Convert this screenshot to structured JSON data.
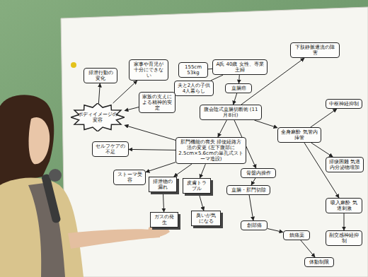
{
  "diagram": {
    "nodes": [
      {
        "text": [
          "A氏 40歳 女性、専業主婦"
        ]
      },
      {
        "text": [
          "155cm 53kg"
        ]
      },
      {
        "text": [
          "夫と2人の子供 4人暮らし"
        ]
      },
      {
        "text": [
          "直腸癌"
        ]
      },
      {
        "text": [
          "腹会陰式直腸切断術 (11月8日)"
        ]
      },
      {
        "text": [
          "下肢静脈還流の障害"
        ]
      },
      {
        "text": [
          "全身麻酔 気管内挿管"
        ]
      },
      {
        "text": [
          "肛門機能の喪失 排便経路方法の変更 (左下腹部に2.5cm×5.6cmの単孔式ストーマ造設)"
        ]
      },
      {
        "text": [
          "骨盤内操作"
        ]
      },
      {
        "text": [
          "直腸・肛門切除"
        ]
      },
      {
        "text": [
          "家事や育児が十分にできない"
        ]
      },
      {
        "text": [
          "排泄行動の変化"
        ]
      },
      {
        "text": [
          "ボディイメージの変容"
        ]
      },
      {
        "text": [
          "家族の支えによる精神的安定"
        ]
      },
      {
        "text": [
          "セルフケアの不足"
        ]
      },
      {
        "text": [
          "ストーマ受容"
        ]
      },
      {
        "text": [
          "排泄物の漏れ"
        ]
      },
      {
        "text": [
          "皮膚トラブル"
        ]
      },
      {
        "text": [
          "臭いが気になる"
        ]
      },
      {
        "text": [
          "ガスの発生"
        ]
      },
      {
        "text": [
          "中枢神経抑制"
        ]
      },
      {
        "text": [
          "排痰困難 気道内分泌物増加"
        ]
      },
      {
        "text": [
          "吸入麻酔 気道刺激"
        ]
      },
      {
        "text": [
          "副交感神経抑制"
        ]
      },
      {
        "text": [
          "鎮痛薬"
        ]
      },
      {
        "text": [
          "体動制限"
        ]
      },
      {
        "text": [
          "創部痛"
        ]
      }
    ],
    "edges": [
      {
        "from": 0,
        "to": 1,
        "arrow": "none"
      },
      {
        "from": 0,
        "to": 2,
        "arrow": "none"
      },
      {
        "from": 0,
        "to": 3,
        "arrow": "to"
      },
      {
        "from": 3,
        "to": 4,
        "arrow": "to"
      },
      {
        "from": 4,
        "to": 5,
        "arrow": "to"
      },
      {
        "from": 4,
        "to": 6,
        "arrow": "to"
      },
      {
        "from": 4,
        "to": 7,
        "arrow": "to"
      },
      {
        "from": 4,
        "to": 8,
        "arrow": "to"
      },
      {
        "from": 8,
        "to": 9,
        "arrow": "to"
      },
      {
        "from": 6,
        "to": 20,
        "arrow": "to"
      },
      {
        "from": 6,
        "to": 21,
        "arrow": "to"
      },
      {
        "from": 6,
        "to": 22,
        "arrow": "to"
      },
      {
        "from": 22,
        "to": 23,
        "arrow": "to"
      },
      {
        "from": 7,
        "to": 12,
        "arrow": "to"
      },
      {
        "from": 7,
        "to": 14,
        "arrow": "to"
      },
      {
        "from": 7,
        "to": 15,
        "arrow": "to"
      },
      {
        "from": 7,
        "to": 16,
        "arrow": "to"
      },
      {
        "from": 7,
        "to": 17,
        "arrow": "to"
      },
      {
        "from": 16,
        "to": 19,
        "arrow": "to"
      },
      {
        "from": 17,
        "to": 18,
        "arrow": "to"
      },
      {
        "from": 12,
        "to": 11,
        "arrow": "to"
      },
      {
        "from": 12,
        "to": 10,
        "arrow": "to"
      },
      {
        "from": 2,
        "to": 13,
        "arrow": "to"
      },
      {
        "from": 13,
        "to": 12,
        "arrow": "to"
      },
      {
        "from": 9,
        "to": 26,
        "arrow": "to"
      },
      {
        "from": 26,
        "to": 24,
        "arrow": "to"
      },
      {
        "from": 24,
        "to": 25,
        "arrow": "to"
      }
    ]
  }
}
